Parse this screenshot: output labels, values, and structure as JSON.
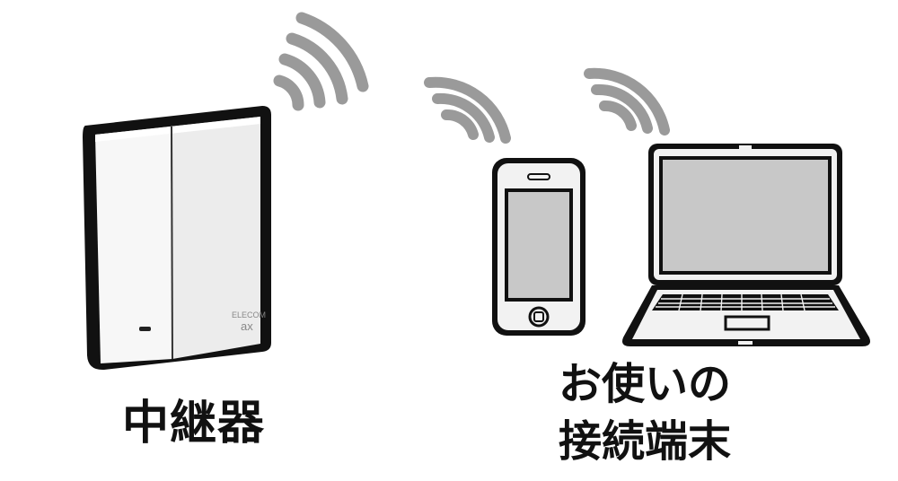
{
  "repeater": {
    "label": "中継器",
    "brand": "ELECOM",
    "model": "ax"
  },
  "devices": {
    "label_line1": "お使いの",
    "label_line2": "接続端末"
  }
}
